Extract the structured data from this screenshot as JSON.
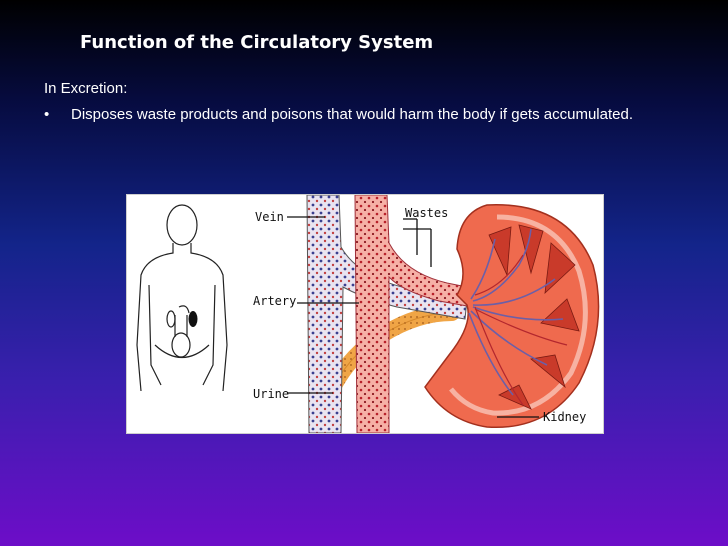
{
  "slide": {
    "title": "Function of the Circulatory System",
    "subheading": "In Excretion:",
    "bullets": [
      "Disposes waste products and poisons that would harm the body if gets accumulated."
    ]
  },
  "figure": {
    "labels": {
      "vein": "Vein",
      "wastes": "Wastes",
      "artery": "Artery",
      "urine": "Urine",
      "kidney": "Kidney"
    }
  }
}
